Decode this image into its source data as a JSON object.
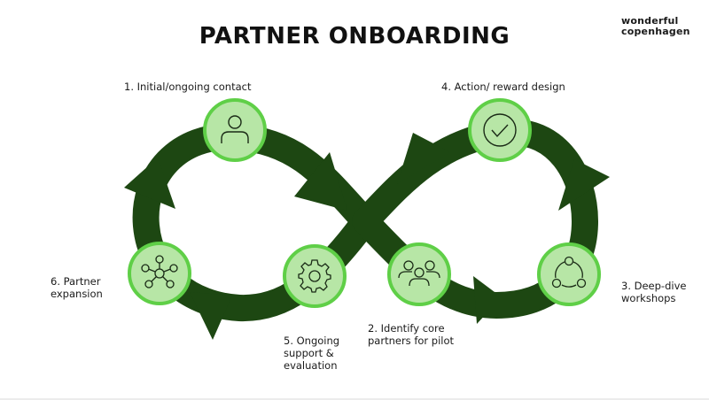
{
  "title": "PARTNER ONBOARDING",
  "logo": {
    "line1": "wonderful",
    "line2": "copenhagen"
  },
  "colors": {
    "loop": "#1d4712",
    "node_fill": "#b7e6a6",
    "node_ring": "#5fcf47",
    "icon_stroke": "#1a2a16"
  },
  "steps": [
    {
      "label": "1. Initial/ongoing contact",
      "icon": "person-icon"
    },
    {
      "label": "2. Identify core\npartners for pilot",
      "icon": "group-icon"
    },
    {
      "label": "3. Deep-dive\nworkshops",
      "icon": "cycle-network-icon"
    },
    {
      "label": "4. Action/ reward design",
      "icon": "check-circle-icon"
    },
    {
      "label": "5. Ongoing\nsupport &\nevaluation",
      "icon": "gear-icon"
    },
    {
      "label": "6. Partner\nexpansion",
      "icon": "network-people-icon"
    }
  ]
}
